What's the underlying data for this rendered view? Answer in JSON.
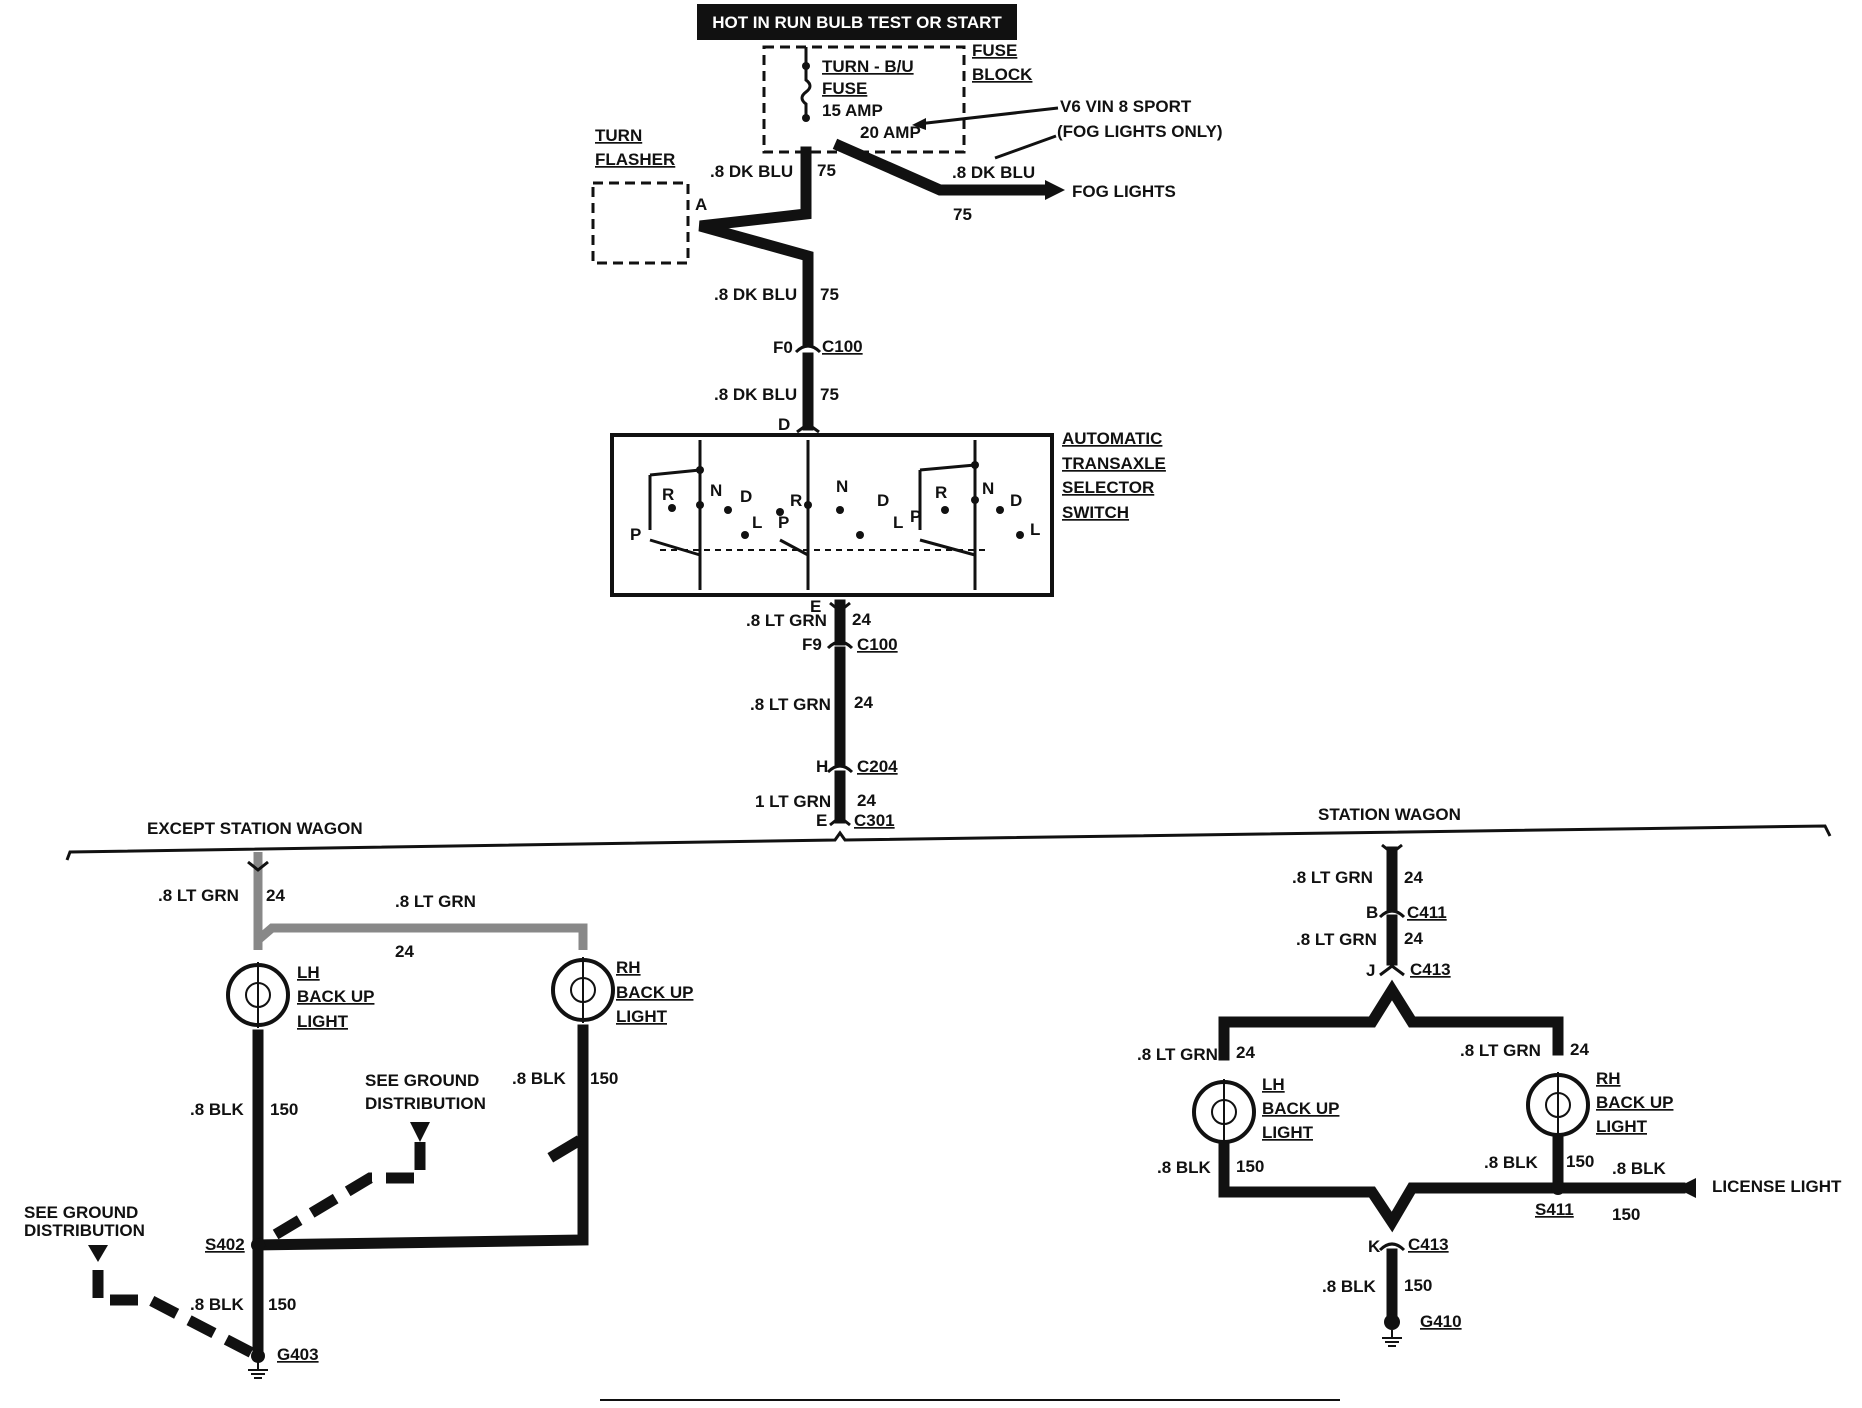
{
  "header": {
    "title": "HOT IN RUN BULB TEST OR START"
  },
  "fuse_block": {
    "label_1": "FUSE",
    "label_2": "BLOCK",
    "fuse_name_1": "TURN - B/U",
    "fuse_name_2": "FUSE",
    "rating_15": "15 AMP",
    "rating_20": "20 AMP",
    "v6_note_1": "V6 VIN 8 SPORT",
    "v6_note_2": "(FOG LIGHTS ONLY)"
  },
  "turn_flasher": {
    "label_1": "TURN",
    "label_2": "FLASHER",
    "pin": "A"
  },
  "fog": {
    "wire": ".8 DK BLU",
    "circuit": "75",
    "dest": "FOG LIGHTS"
  },
  "upper_wires": {
    "w1": ".8 DK BLU",
    "c1": "75",
    "w2": ".8 DK BLU",
    "c2": "75",
    "w3": ".8 DK BLU",
    "c3": "75"
  },
  "c100_top": {
    "pin": "F0",
    "name": "C100"
  },
  "selector": {
    "label_1": "AUTOMATIC",
    "label_2": "TRANSAXLE",
    "label_3": "SELECTOR",
    "label_4": "SWITCH",
    "pin_in": "D",
    "pin_out": "E",
    "pos_p": "P",
    "pos_r": "R",
    "pos_n": "N",
    "pos_d": "D",
    "pos_l": "L"
  },
  "lower_trunk": {
    "w1": ".8 LT GRN",
    "c1": "24",
    "c100_pin": "F9",
    "c100_name": "C100",
    "w2": ".8 LT GRN",
    "c2": "24",
    "c204_pin": "H",
    "c204_name": "C204",
    "w3": "1 LT GRN",
    "c3": "24",
    "c301_pin": "E",
    "c301_name": "C301"
  },
  "except_wagon": {
    "heading": "EXCEPT STATION WAGON",
    "w1": ".8 LT GRN",
    "c1": "24",
    "w2": ".8 LT GRN",
    "c2": "24",
    "lh_1": "LH",
    "lh_2": "BACK UP",
    "lh_3": "LIGHT",
    "rh_1": "RH",
    "rh_2": "BACK UP",
    "rh_3": "LIGHT",
    "w3": ".8 BLK",
    "c3": "150",
    "w4": ".8 BLK",
    "c4": "150",
    "gnd_note_1": "SEE GROUND",
    "gnd_note_2": "DISTRIBUTION",
    "gnd_note2_1": "SEE GROUND",
    "gnd_note2_2": "DISTRIBUTION",
    "splice": "S402",
    "w5": ".8 BLK",
    "c5": "150",
    "ground": "G403"
  },
  "wagon": {
    "heading": "STATION WAGON",
    "w1": ".8 LT GRN",
    "c1": "24",
    "c411_pin": "B",
    "c411_name": "C411",
    "w2": ".8 LT GRN",
    "c2": "24",
    "c413_pin": "J",
    "c413_name": "C413",
    "w3": ".8 LT GRN",
    "c3": "24",
    "w4": ".8 LT GRN",
    "c4": "24",
    "lh_1": "LH",
    "lh_2": "BACK UP",
    "lh_3": "LIGHT",
    "rh_1": "RH",
    "rh_2": "BACK UP",
    "rh_3": "LIGHT",
    "w5": ".8 BLK",
    "c5": "150",
    "w6": ".8 BLK",
    "c6": "150",
    "w7": ".8 BLK",
    "c7": "150",
    "license": "LICENSE LIGHT",
    "splice": "S411",
    "c413b_pin": "K",
    "c413b_name": "C413",
    "w8": ".8 BLK",
    "c8": "150",
    "ground": "G410"
  }
}
